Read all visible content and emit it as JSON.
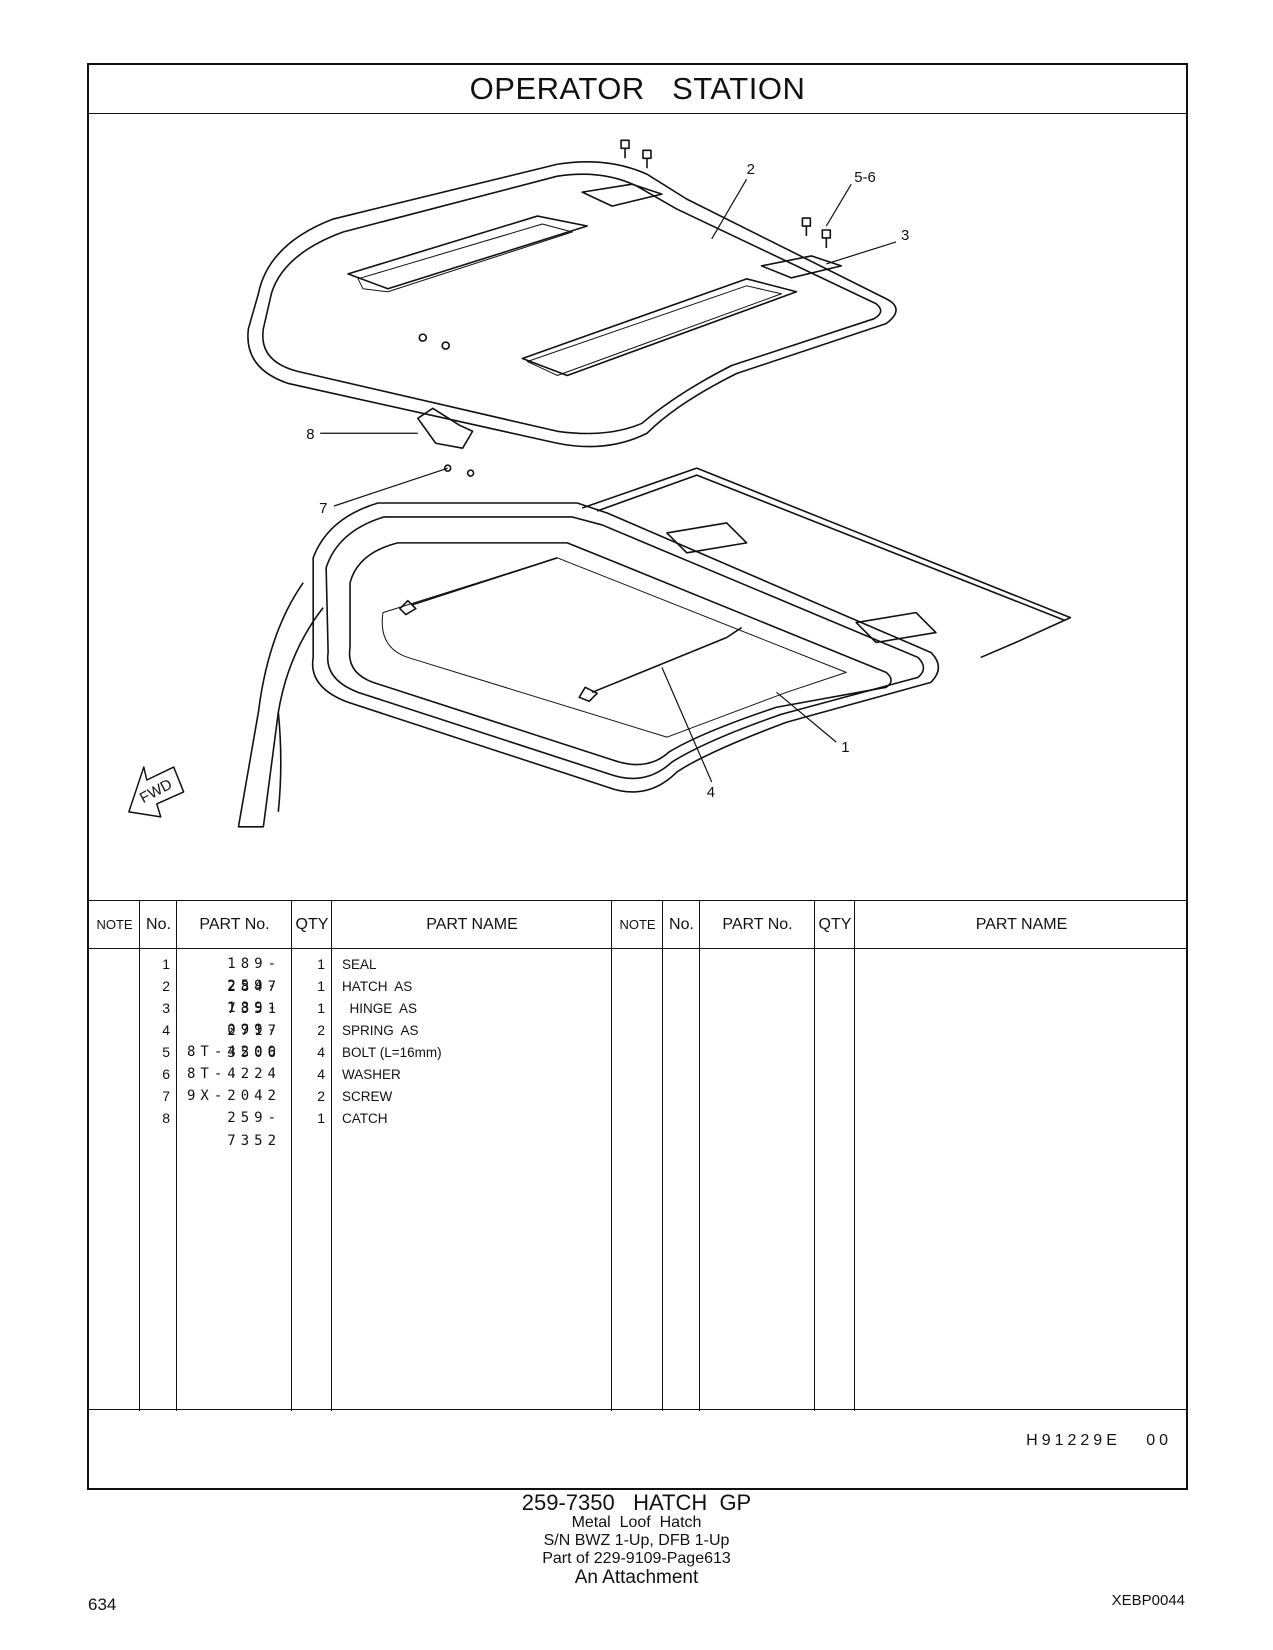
{
  "title": "OPERATOR   STATION",
  "callouts": {
    "c1": "1",
    "c2": "2",
    "c3": "3",
    "c4": "4",
    "c56": "5-6",
    "c7": "7",
    "c8": "8",
    "fwd": "FWD"
  },
  "table": {
    "headers": {
      "note": "NOTE",
      "no": "No.",
      "part_no": "PART No.",
      "qty": "QTY",
      "part_name": "PART NAME"
    },
    "rows": [
      {
        "no": "1",
        "part_no": "189-2847",
        "qty": "1",
        "name": "SEAL"
      },
      {
        "no": "2",
        "part_no": "259-7351",
        "qty": "1",
        "name": "HATCH  AS"
      },
      {
        "no": "3",
        "part_no": "189-2717",
        "qty": "1",
        "name": "  HINGE  AS"
      },
      {
        "no": "4",
        "part_no": "099-3506",
        "qty": "2",
        "name": "SPRING  AS"
      },
      {
        "no": "5",
        "part_no": "8T-4200",
        "qty": "4",
        "name": "BOLT (L=16mm)"
      },
      {
        "no": "6",
        "part_no": "8T-4224",
        "qty": "4",
        "name": "WASHER"
      },
      {
        "no": "7",
        "part_no": "9X-2042",
        "qty": "2",
        "name": "SCREW"
      },
      {
        "no": "8",
        "part_no": "259-7352",
        "qty": "1",
        "name": "CATCH"
      }
    ]
  },
  "doc_id": "H91229E   00",
  "caption": {
    "main": "259-7350   HATCH  GP",
    "line2": "Metal  Loof  Hatch",
    "line3": "S/N BWZ 1-Up, DFB 1-Up",
    "line4": "Part of 229-9109-Page613",
    "line5": "An Attachment"
  },
  "page_number": "634",
  "publication": "XEBP0044"
}
